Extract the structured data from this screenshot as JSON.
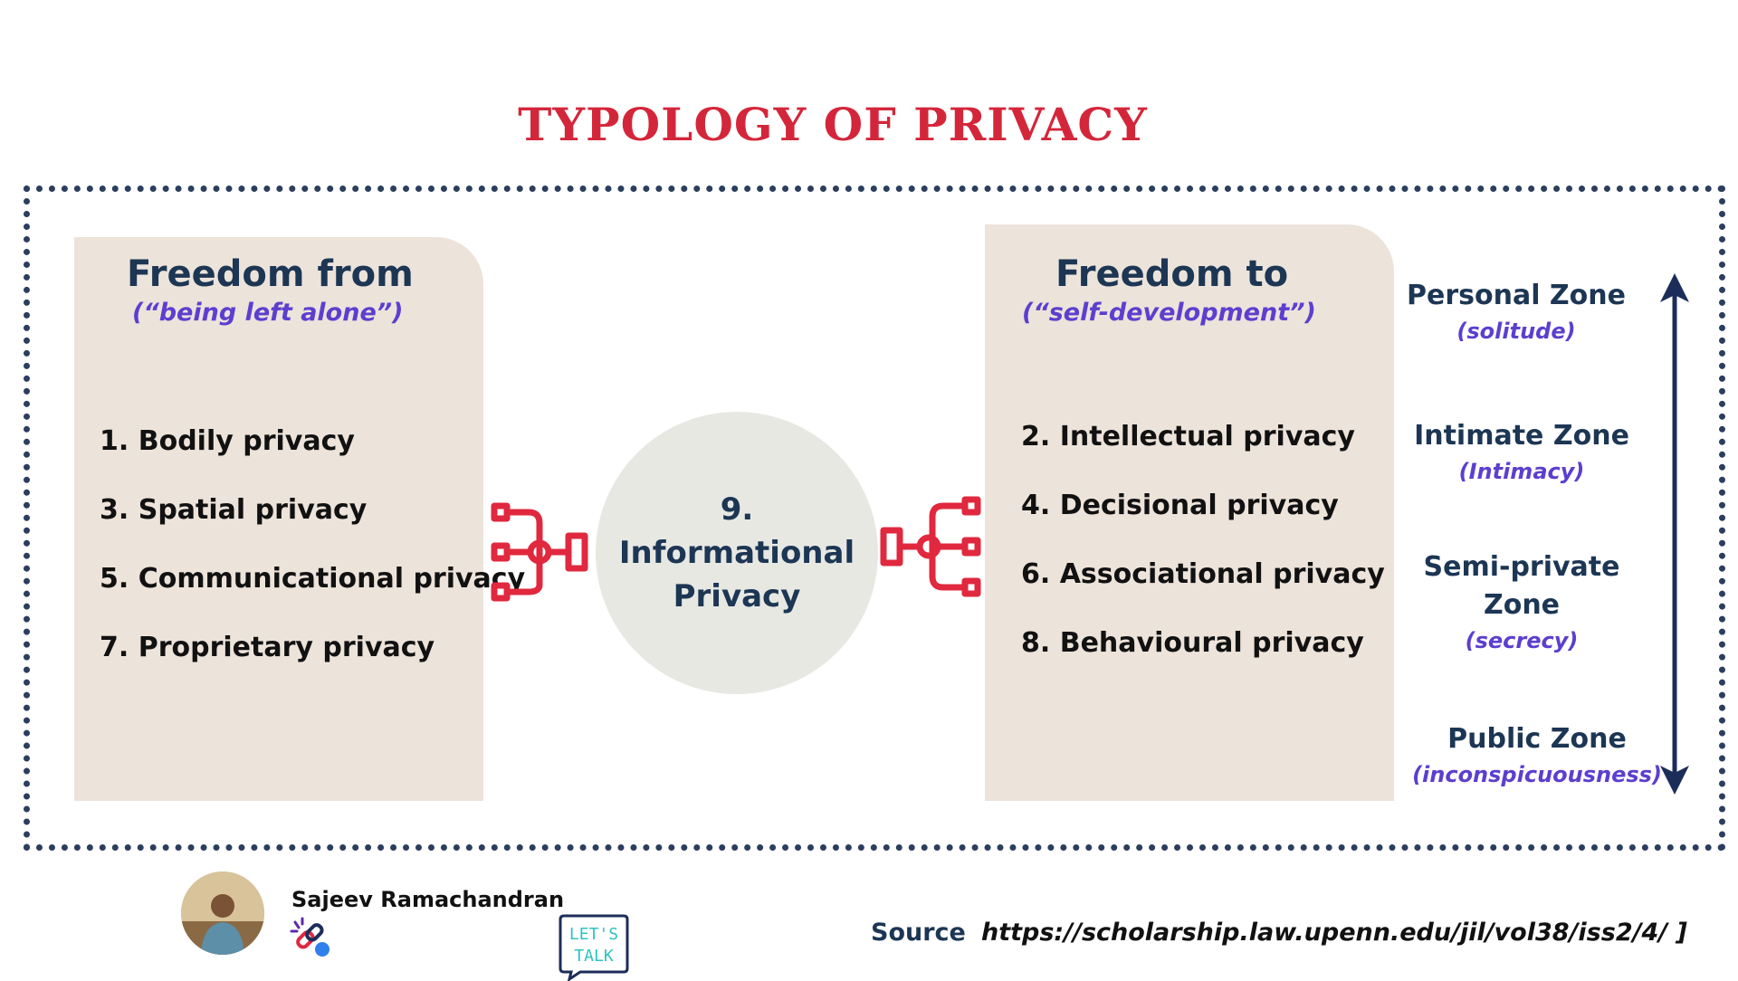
{
  "title": "TYPOLOGY OF PRIVACY",
  "left_panel": {
    "heading": "Freedom from",
    "subheading": "(“being left alone”)",
    "items": [
      "1. Bodily privacy",
      "3. Spatial privacy",
      "5. Communicational privacy",
      "7. Proprietary privacy"
    ]
  },
  "center": {
    "number": "9.",
    "line1": "Informational",
    "line2": "Privacy"
  },
  "right_panel": {
    "heading": "Freedom to",
    "subheading": "(“self-development”)",
    "items": [
      "2. Intellectual privacy",
      "4. Decisional privacy",
      "6. Associational privacy",
      "8. Behavioural privacy"
    ]
  },
  "zones": [
    {
      "name": "Personal Zone",
      "sub": "(solitude)"
    },
    {
      "name": "Intimate Zone",
      "sub": "(Intimacy)"
    },
    {
      "name": "Semi-private",
      "name2": "Zone",
      "sub": "(secrecy)"
    },
    {
      "name": "Public Zone",
      "sub": "(inconspicuousness)"
    }
  ],
  "footer": {
    "author": "Sajeev Ramachandran",
    "badge_text_1": "LET'S",
    "badge_text_2": "TALK",
    "source_label": "Source",
    "source_url": "https://scholarship.law.upenn.edu/jil/vol38/iss2/4/ ]"
  },
  "icons": {
    "connector_left": "hierarchy-network-icon",
    "connector_right": "hierarchy-network-icon",
    "axis": "double-headed-arrow-icon",
    "chain": "broken-link-icon",
    "badge": "lets-talk-speech-bubble-icon"
  },
  "colors": {
    "title": "#d4263a",
    "heading": "#1c3654",
    "subheading": "#5b3fcf",
    "panel": "#ece3da",
    "hub": "#e8e8e3",
    "connector": "#e0283e",
    "frame": "#2b3e5e",
    "badge": "#2ec4c1"
  }
}
